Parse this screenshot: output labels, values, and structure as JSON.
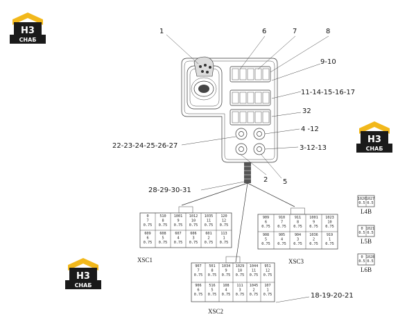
{
  "logo": {
    "top_text": "H3",
    "bottom_text": "CHAБ",
    "color": "#f2b81b"
  },
  "callouts": {
    "c1": "1",
    "c6": "6",
    "c7": "7",
    "c8": "8",
    "c910": "9-10",
    "c11": "11-14-15-16-17",
    "c32": "32",
    "c412": "4 -12",
    "c22": "22-23-24-25-26-27",
    "c31213": "3-12-13",
    "c2": "2",
    "c5": "5",
    "c28": "28-29-30-31",
    "c18": "18-19-20-21"
  },
  "connectors": {
    "xsc1": {
      "caption": "XSC1",
      "top": [
        [
          "0",
          "7",
          "0.75"
        ],
        [
          "510",
          "8",
          "0.75"
        ],
        [
          "1001",
          "9",
          "0.75"
        ],
        [
          "1012",
          "10",
          "0.75"
        ],
        [
          "1035",
          "11",
          "0.75"
        ],
        [
          "120",
          "12",
          "0.75"
        ]
      ],
      "bottom": [
        [
          "609",
          "6",
          "0.75"
        ],
        [
          "608",
          "5",
          "0.75"
        ],
        [
          "607",
          "4",
          "0.75"
        ],
        [
          "606",
          "3",
          "0.75"
        ],
        [
          "601",
          "2",
          "0.75"
        ],
        [
          "113",
          "1",
          "0.75"
        ]
      ]
    },
    "xsc2": {
      "caption": "XSC2",
      "top": [
        [
          "907",
          "7",
          "0.75"
        ],
        [
          "501",
          "8",
          "0.75"
        ],
        [
          "1034",
          "9",
          "0.75"
        ],
        [
          "1029",
          "10",
          "0.75"
        ],
        [
          "1044",
          "11",
          "0.75"
        ],
        [
          "951",
          "12",
          "0.75"
        ]
      ],
      "bottom": [
        [
          "906",
          "6",
          "0.75"
        ],
        [
          "516",
          "5",
          "0.75"
        ],
        [
          "108",
          "4",
          "0.75"
        ],
        [
          "111",
          "3",
          "0.75"
        ],
        [
          "1045",
          "2",
          "0.75"
        ],
        [
          "107",
          "1",
          "0.75"
        ]
      ]
    },
    "xsc3": {
      "caption": "XSC3",
      "top": [
        [
          "909",
          "6",
          "0.75"
        ],
        [
          "910",
          "7",
          "0.75"
        ],
        [
          "911",
          "8",
          "0.75"
        ],
        [
          "1001",
          "9",
          "0.75"
        ],
        [
          "1023",
          "10",
          "0.75"
        ]
      ],
      "bottom": [
        [
          "908",
          "5",
          "0.75"
        ],
        [
          "905",
          "4",
          "0.75"
        ],
        [
          "904",
          "3",
          "0.75"
        ],
        [
          "1036",
          "2",
          "0.75"
        ],
        [
          "919",
          "1",
          "0.75"
        ]
      ]
    }
  },
  "small_connectors": {
    "l4b": {
      "caption": "L4B",
      "cells": [
        [
          "1020",
          "0.5"
        ],
        [
          "1027",
          "0.5"
        ]
      ]
    },
    "l5b": {
      "caption": "L5B",
      "cells": [
        [
          "0",
          "0.5"
        ],
        [
          "1021",
          "0.5"
        ]
      ]
    },
    "l6b": {
      "caption": "L6B",
      "cells": [
        [
          "0",
          "0.5"
        ],
        [
          "1028",
          "0.5"
        ]
      ]
    }
  }
}
